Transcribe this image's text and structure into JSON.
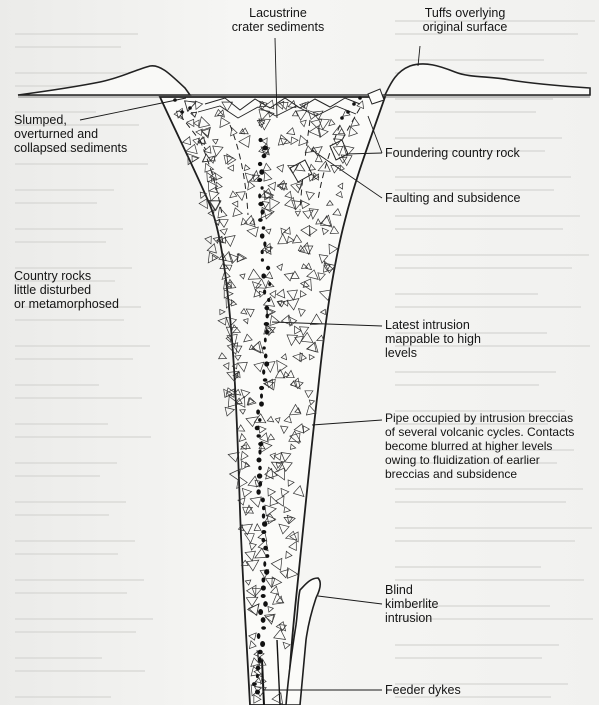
{
  "labels": {
    "lacustrine": "Lacustrine\ncrater sediments",
    "tuffs": "Tuffs overlying\noriginal surface",
    "slumped": "Slumped,\noverturned and\ncollapsed sediments",
    "foundering": "Foundering country rock",
    "faulting": "Faulting and subsidence",
    "country_rocks": "Country rocks\nlittle disturbed\nor metamorphosed",
    "latest_intrusion": "Latest intrusion\nmappable to high\nlevels",
    "pipe": "Pipe occupied by intrusion breccias\nof several volcanic cycles. Contacts\nbecome blurred at higher levels\nowing to fluidization of earlier\nbreccias and subsidence",
    "blind_kimberlite": "Blind\nkimberlite\nintrusion",
    "feeder_dykes": "Feeder dykes"
  }
}
